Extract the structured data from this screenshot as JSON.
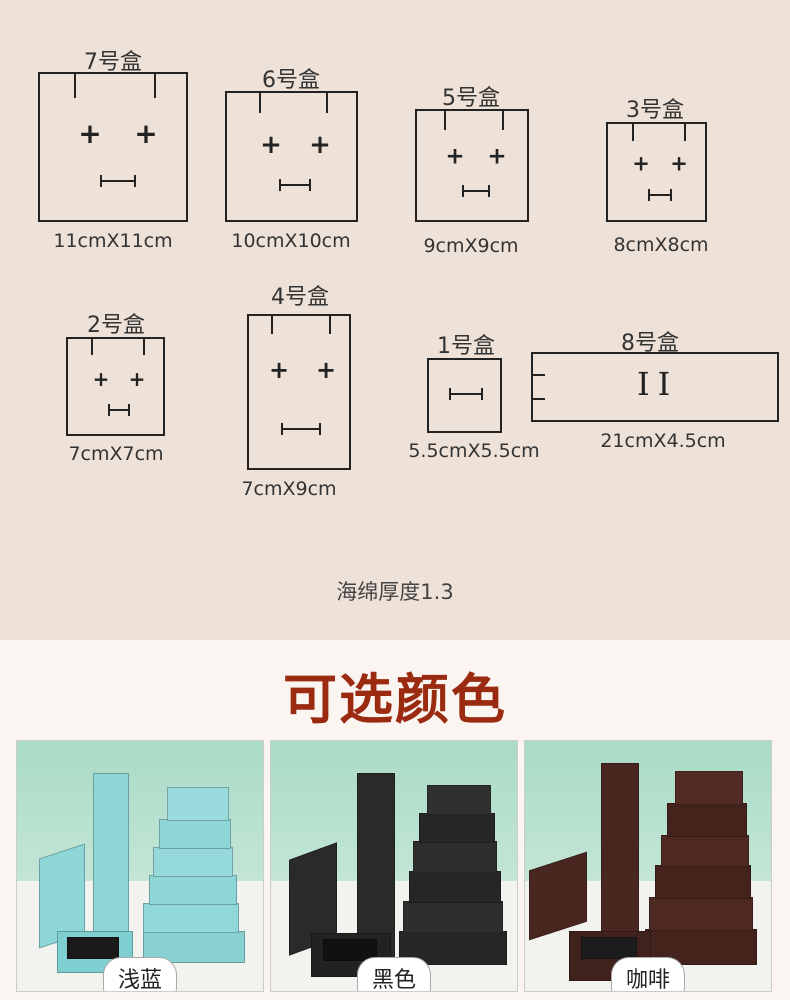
{
  "boxes": [
    {
      "name": "7号盒",
      "dim": "11cmX11cm"
    },
    {
      "name": "6号盒",
      "dim": "10cmX10cm"
    },
    {
      "name": "5号盒",
      "dim": "9cmX9cm"
    },
    {
      "name": "3号盒",
      "dim": "8cmX8cm"
    },
    {
      "name": "2号盒",
      "dim": "7cmX7cm"
    },
    {
      "name": "4号盒",
      "dim": "7cmX9cm"
    },
    {
      "name": "1号盒",
      "dim": "5.5cmX5.5cm"
    },
    {
      "name": "8号盒",
      "dim": "21cmX4.5cm"
    }
  ],
  "sponge_note": "海绵厚度1.3",
  "colors_title": "可选颜色",
  "color_options": [
    {
      "label": "浅蓝",
      "swatch": "#8fd6d8"
    },
    {
      "label": "黑色",
      "swatch": "#2a2a2a"
    },
    {
      "label": "咖啡",
      "swatch": "#4a2620"
    }
  ]
}
